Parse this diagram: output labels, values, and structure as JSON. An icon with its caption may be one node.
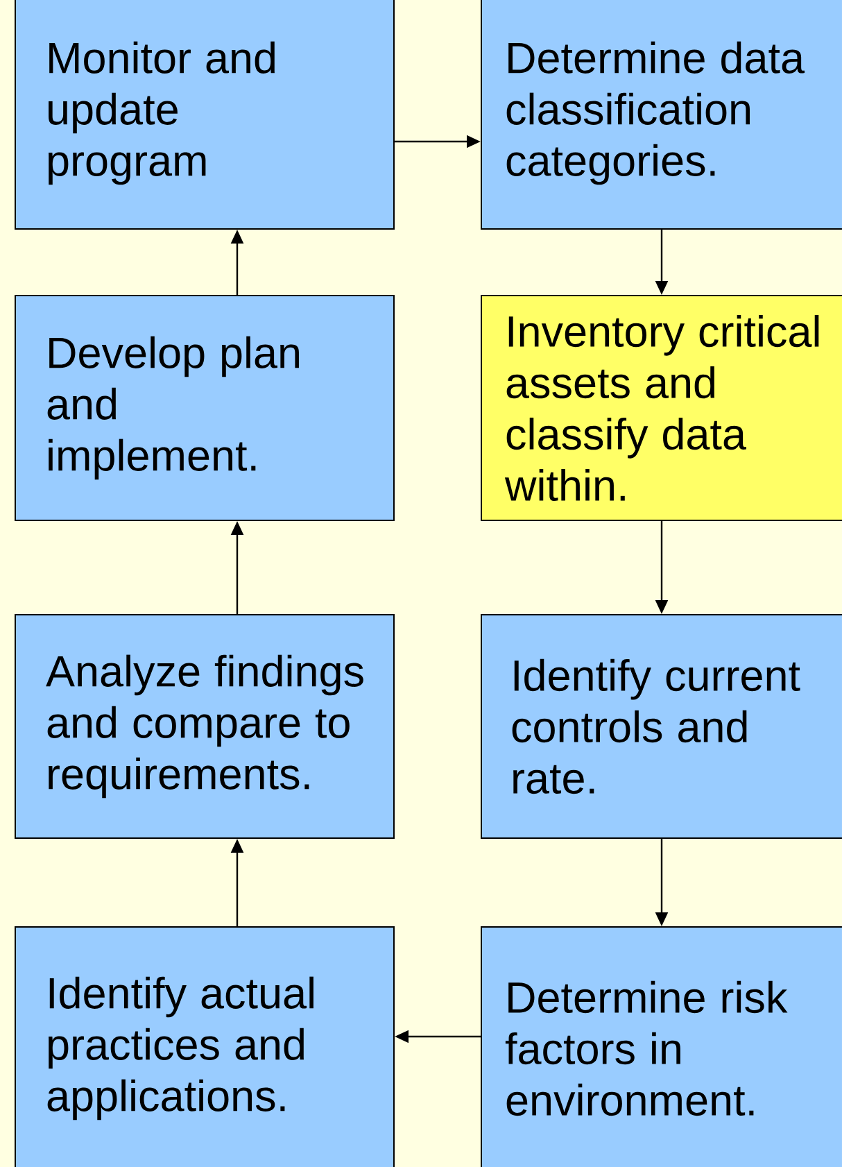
{
  "diagram": {
    "nodes": [
      {
        "text": [
          "Monitor and update program"
        ]
      },
      {
        "text": [
          "Determine data classification categories."
        ]
      },
      {
        "text": [
          "Develop plan and implement."
        ]
      },
      {
        "text": [
          "Inventory critical assets and classify data within."
        ]
      },
      {
        "text": [
          "Analyze findings and compare to requirements."
        ]
      },
      {
        "text": [
          "Identify current controls and rate."
        ]
      },
      {
        "text": [
          "Identify actual practices and applications."
        ]
      },
      {
        "text": [
          "Determine risk factors in environment."
        ]
      }
    ],
    "edges": [
      {
        "from": 0,
        "to": 1,
        "arrow": "to"
      },
      {
        "from": 1,
        "to": 3,
        "arrow": "to"
      },
      {
        "from": 3,
        "to": 5,
        "arrow": "to"
      },
      {
        "from": 5,
        "to": 7,
        "arrow": "to"
      },
      {
        "from": 7,
        "to": 6,
        "arrow": "to"
      },
      {
        "from": 6,
        "to": 4,
        "arrow": "to"
      },
      {
        "from": 4,
        "to": 2,
        "arrow": "to"
      },
      {
        "from": 2,
        "to": 0,
        "arrow": "to"
      }
    ]
  }
}
